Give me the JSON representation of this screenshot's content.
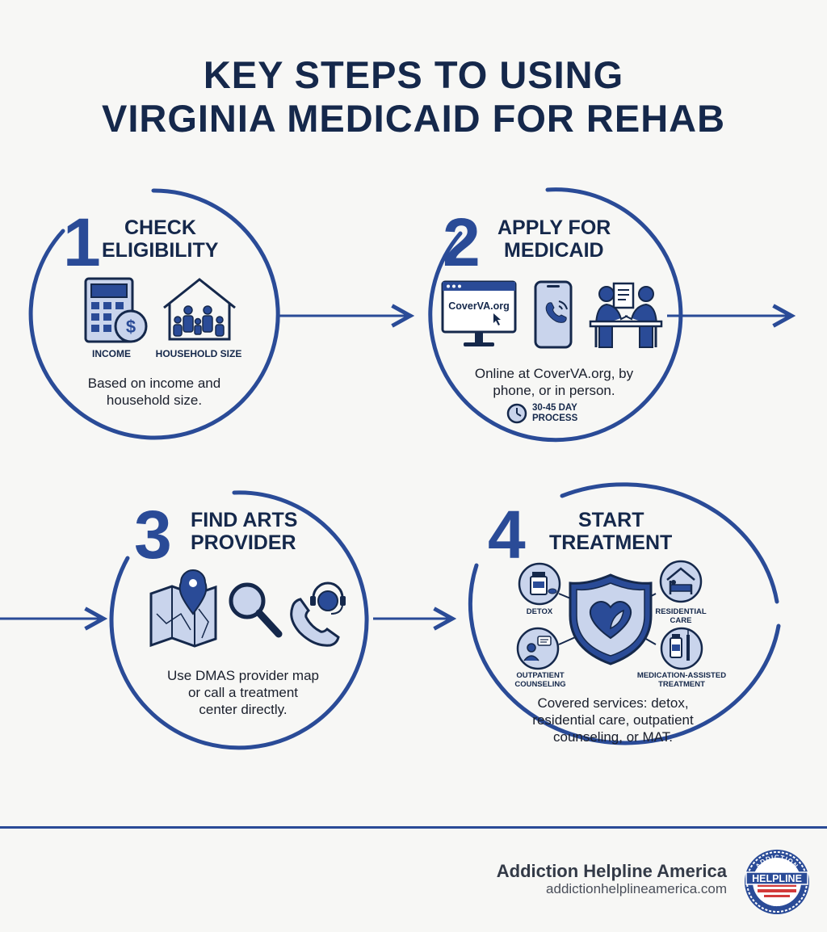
{
  "title": {
    "line1": "KEY STEPS TO USING",
    "line2": "VIRGINIA MEDICAID FOR REHAB"
  },
  "steps": [
    {
      "number": "1",
      "title_line1": "CHECK",
      "title_line2": "ELIGIBILITY",
      "icons": [
        {
          "icon": "calculator-dollar-icon",
          "label": "INCOME"
        },
        {
          "icon": "house-family-icon",
          "label": "HOUSEHOLD SIZE"
        }
      ],
      "description_line1": "Based on income and",
      "description_line2": "household size."
    },
    {
      "number": "2",
      "title_line1": "APPLY FOR",
      "title_line2": "MEDICAID",
      "icons": [
        {
          "icon": "computer-monitor-icon",
          "screen_text": "CoverVA.org"
        },
        {
          "icon": "phone-icon"
        },
        {
          "icon": "in-person-meeting-icon"
        }
      ],
      "description_line1": "Online at CoverVA.org, by",
      "description_line2": "phone, or in person.",
      "process_line1": "30-45 DAY",
      "process_line2": "PROCESS"
    },
    {
      "number": "3",
      "title_line1": "FIND ARTS",
      "title_line2": "PROVIDER",
      "icons": [
        {
          "icon": "map-pin-icon"
        },
        {
          "icon": "magnifier-icon"
        },
        {
          "icon": "headset-phone-icon"
        }
      ],
      "description_line1": "Use DMAS provider map",
      "description_line2": "or call a treatment",
      "description_line3": "center directly."
    },
    {
      "number": "4",
      "title_line1": "START",
      "title_line2": "TREATMENT",
      "services": [
        {
          "icon": "medicine-bottle-icon",
          "label_line1": "DETOX",
          "label_line2": ""
        },
        {
          "icon": "bed-house-icon",
          "label_line1": "RESIDENTIAL",
          "label_line2": "CARE"
        },
        {
          "icon": "counseling-icon",
          "label_line1": "OUTPATIENT",
          "label_line2": "COUNSELING"
        },
        {
          "icon": "medication-syringe-icon",
          "label_line1": "MEDICATION-ASSISTED",
          "label_line2": "TREATMENT"
        }
      ],
      "center_icon": "shield-heart-leaf-icon",
      "description_line1": "Covered services: detox,",
      "description_line2": "residential care, outpatient",
      "description_line3": "counseling, or MAT."
    }
  ],
  "footer": {
    "brand_name": "Addiction Helpline America",
    "brand_url": "addictionhelplineamerica.com",
    "logo_top_text": "ADDICTION",
    "logo_banner_text": "HELPLINE",
    "logo_bottom_text": "AMERICA"
  },
  "colors": {
    "navy": "#15284b",
    "accent_blue": "#2a4b97",
    "icon_fill": "#c9d4ec",
    "background": "#f7f7f5"
  }
}
